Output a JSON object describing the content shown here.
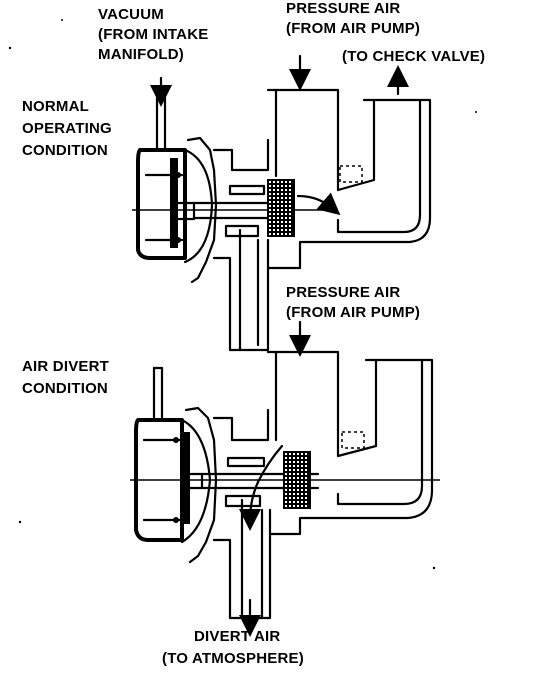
{
  "labels": {
    "vacuum_l1": "VACUUM",
    "vacuum_l2": "(FROM INTAKE",
    "vacuum_l3": "MANIFOLD)",
    "pressure_top_l1": "PRESSURE AIR",
    "pressure_top_l2": "(FROM AIR PUMP)",
    "check_valve": "(TO CHECK VALVE)",
    "normal_l1": "NORMAL",
    "normal_l2": "OPERATING",
    "normal_l3": "CONDITION",
    "pressure_mid_l1": "PRESSURE AIR",
    "pressure_mid_l2": "(FROM AIR PUMP)",
    "divert_cond_l1": "AIR DIVERT",
    "divert_cond_l2": "CONDITION",
    "divert_air_l1": "DIVERT AIR",
    "divert_air_l2": "(TO ATMOSPHERE)"
  },
  "colors": {
    "ink": "#000000",
    "paper": "#ffffff"
  },
  "views": [
    "normal-operating-condition",
    "air-divert-condition"
  ]
}
